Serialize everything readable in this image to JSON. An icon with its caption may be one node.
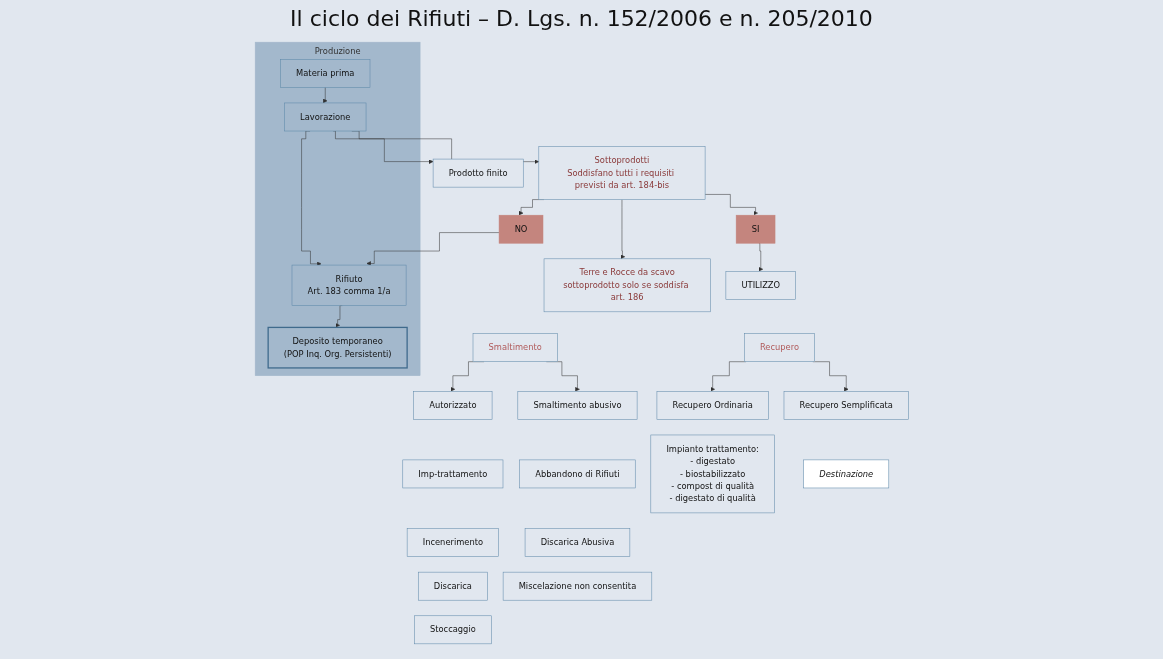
{
  "diagram": {
    "title": "Il ciclo dei Rifiuti – D. Lgs. n. 152/2006 e n. 205/2010",
    "nodes": [
      {
        "text": [
          "Produzione"
        ]
      },
      {
        "text": [
          "Materia prima"
        ],
        "in": 0
      },
      {
        "text": [
          "Lavorazione"
        ],
        "in": 0
      },
      {
        "text": [
          "Deposito temporaneo",
          "(POP Inq. Org. Persistenti)"
        ],
        "in": 0
      },
      {
        "text": [
          "Rifiuto",
          "Art. 183 comma 1/a"
        ],
        "in": 0
      },
      {
        "text": [
          "Prodotto finito"
        ]
      },
      {
        "text": [
          "Sottoprodotti",
          "Soddisfano tutti i requisiti previsti da art. 184-bis"
        ]
      },
      {
        "text": [
          "NO"
        ]
      },
      {
        "text": [
          "SI"
        ]
      },
      {
        "text": [
          "Terre e Rocce da scavo",
          "sottoprodotto solo se soddisfa art. 186"
        ]
      },
      {
        "text": [
          "UTILIZZO"
        ]
      },
      {
        "text": [
          "Smaltimento"
        ]
      },
      {
        "text": [
          "Recupero"
        ]
      },
      {
        "text": [
          "Autorizzato"
        ]
      },
      {
        "text": [
          "Smaltimento abusivo"
        ]
      },
      {
        "text": [
          "Recupero Ordinaria"
        ]
      },
      {
        "text": [
          "Recupero Semplificata"
        ]
      },
      {
        "text": [
          "Imp-trattamento"
        ]
      },
      {
        "text": [
          "Abbandono di Rifiuti"
        ]
      },
      {
        "text": [
          "Incenerimento"
        ]
      },
      {
        "text": [
          "Discarica Abusiva"
        ]
      },
      {
        "text": [
          "Discarica"
        ]
      },
      {
        "text": [
          "Miscelazione non consentita"
        ]
      },
      {
        "text": [
          "Stoccaggio"
        ]
      },
      {
        "text": [
          "Impianto trattamento:",
          "- digestato",
          "- biostabilizzato",
          "- compost di qualità",
          "- digestato di qualità"
        ]
      },
      {
        "text": [
          "Destinazione"
        ]
      }
    ],
    "edges": [
      {
        "from": 1,
        "to": 2,
        "arrow": "to"
      },
      {
        "from": 2,
        "to": 5,
        "arrow": "to"
      },
      {
        "from": 2,
        "to": 6,
        "arrow": "to"
      },
      {
        "from": 2,
        "to": 4,
        "arrow": "to"
      },
      {
        "from": 4,
        "to": 3,
        "arrow": "to"
      },
      {
        "from": 6,
        "to": 7,
        "arrow": "to"
      },
      {
        "from": 6,
        "to": 8,
        "arrow": "to"
      },
      {
        "from": 7,
        "to": 4,
        "arrow": "to"
      },
      {
        "from": 6,
        "to": 9,
        "arrow": "to"
      },
      {
        "from": 8,
        "to": 10,
        "arrow": "to"
      },
      {
        "from": 11,
        "to": 13,
        "arrow": "to"
      },
      {
        "from": 11,
        "to": 14,
        "arrow": "to"
      },
      {
        "from": 12,
        "to": 15,
        "arrow": "to"
      },
      {
        "from": 12,
        "to": 16,
        "arrow": "to"
      }
    ]
  }
}
